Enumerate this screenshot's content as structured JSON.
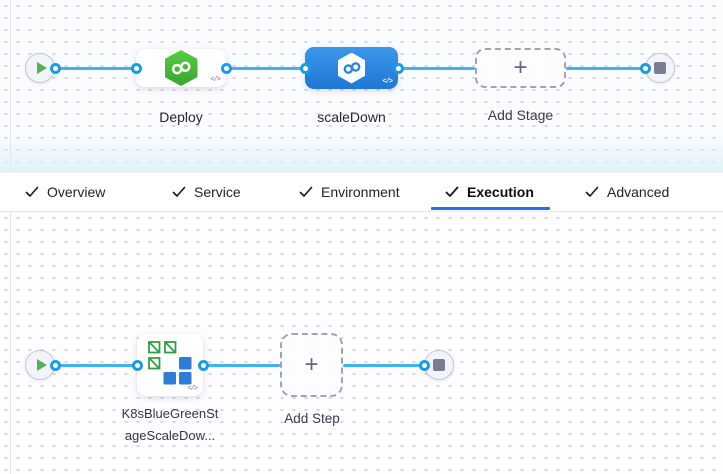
{
  "icons": {
    "plus": "+",
    "code": "</>"
  },
  "colors": {
    "edge_blue": "#43B2EC",
    "connector_ring_blue": "#1E9BE0",
    "selected_stage_blue_top": "#3C96E8",
    "selected_stage_blue_bottom": "#1E78D5",
    "stage_green_top": "#58CB45",
    "stage_green_bottom": "#3AA52D",
    "tab_active_underline": "#1A73E8",
    "play_green": "#55B055",
    "stop_gray": "#7B7D92",
    "k8s_icon_green": "#2F9E44",
    "k8s_icon_blue": "#2E7CD6"
  },
  "stage_graph": {
    "stages": [
      {
        "name": "Deploy",
        "selected": false
      },
      {
        "name": "scaleDown",
        "selected": true
      }
    ],
    "add_stage_label": "Add Stage"
  },
  "config_tabs": {
    "active": "Execution",
    "items": [
      {
        "label": "Overview",
        "checked": true
      },
      {
        "label": "Service",
        "checked": true
      },
      {
        "label": "Environment",
        "checked": true
      },
      {
        "label": "Execution",
        "checked": true
      },
      {
        "label": "Advanced",
        "checked": true
      }
    ]
  },
  "execution_graph": {
    "step": {
      "name_line1": "K8sBlueGreenSt",
      "name_line2": "ageScaleDow..."
    },
    "add_step_label": "Add Step"
  }
}
